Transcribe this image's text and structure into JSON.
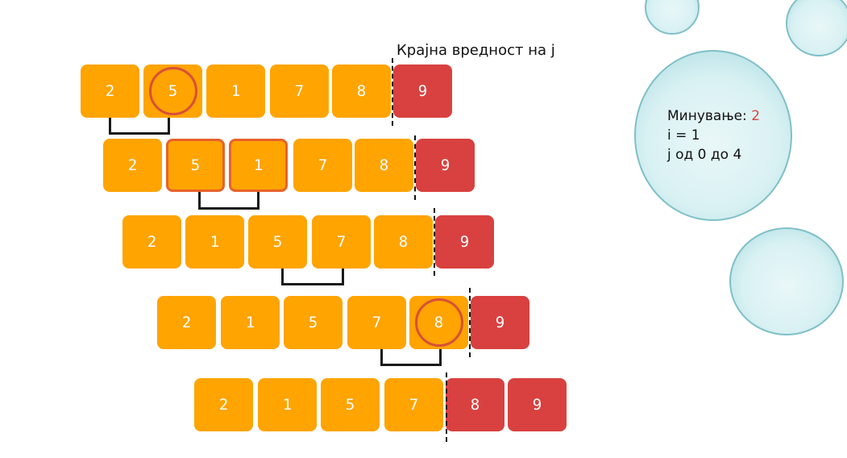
{
  "end_value_label": "Крајна вредност на j",
  "info": {
    "pass_label": "Минување: ",
    "pass_value": "2",
    "i_line": "i = 1",
    "j_line": "j од 0 до 4"
  },
  "colors": {
    "unsorted": "#FFA400",
    "sorted": "#D8413F",
    "highlight_ring": "#D84F3A",
    "bubble": "#d9f1f3"
  },
  "rows": [
    {
      "values": [
        "2",
        "5",
        "1",
        "7",
        "8",
        "9"
      ],
      "sorted_from": 5
    },
    {
      "values": [
        "2",
        "5",
        "1",
        "7",
        "8",
        "9"
      ],
      "sorted_from": 5
    },
    {
      "values": [
        "2",
        "1",
        "5",
        "7",
        "8",
        "9"
      ],
      "sorted_from": 5
    },
    {
      "values": [
        "2",
        "1",
        "5",
        "7",
        "8",
        "9"
      ],
      "sorted_from": 5
    },
    {
      "values": [
        "2",
        "1",
        "5",
        "7",
        "8",
        "9"
      ],
      "sorted_from": 4
    }
  ]
}
